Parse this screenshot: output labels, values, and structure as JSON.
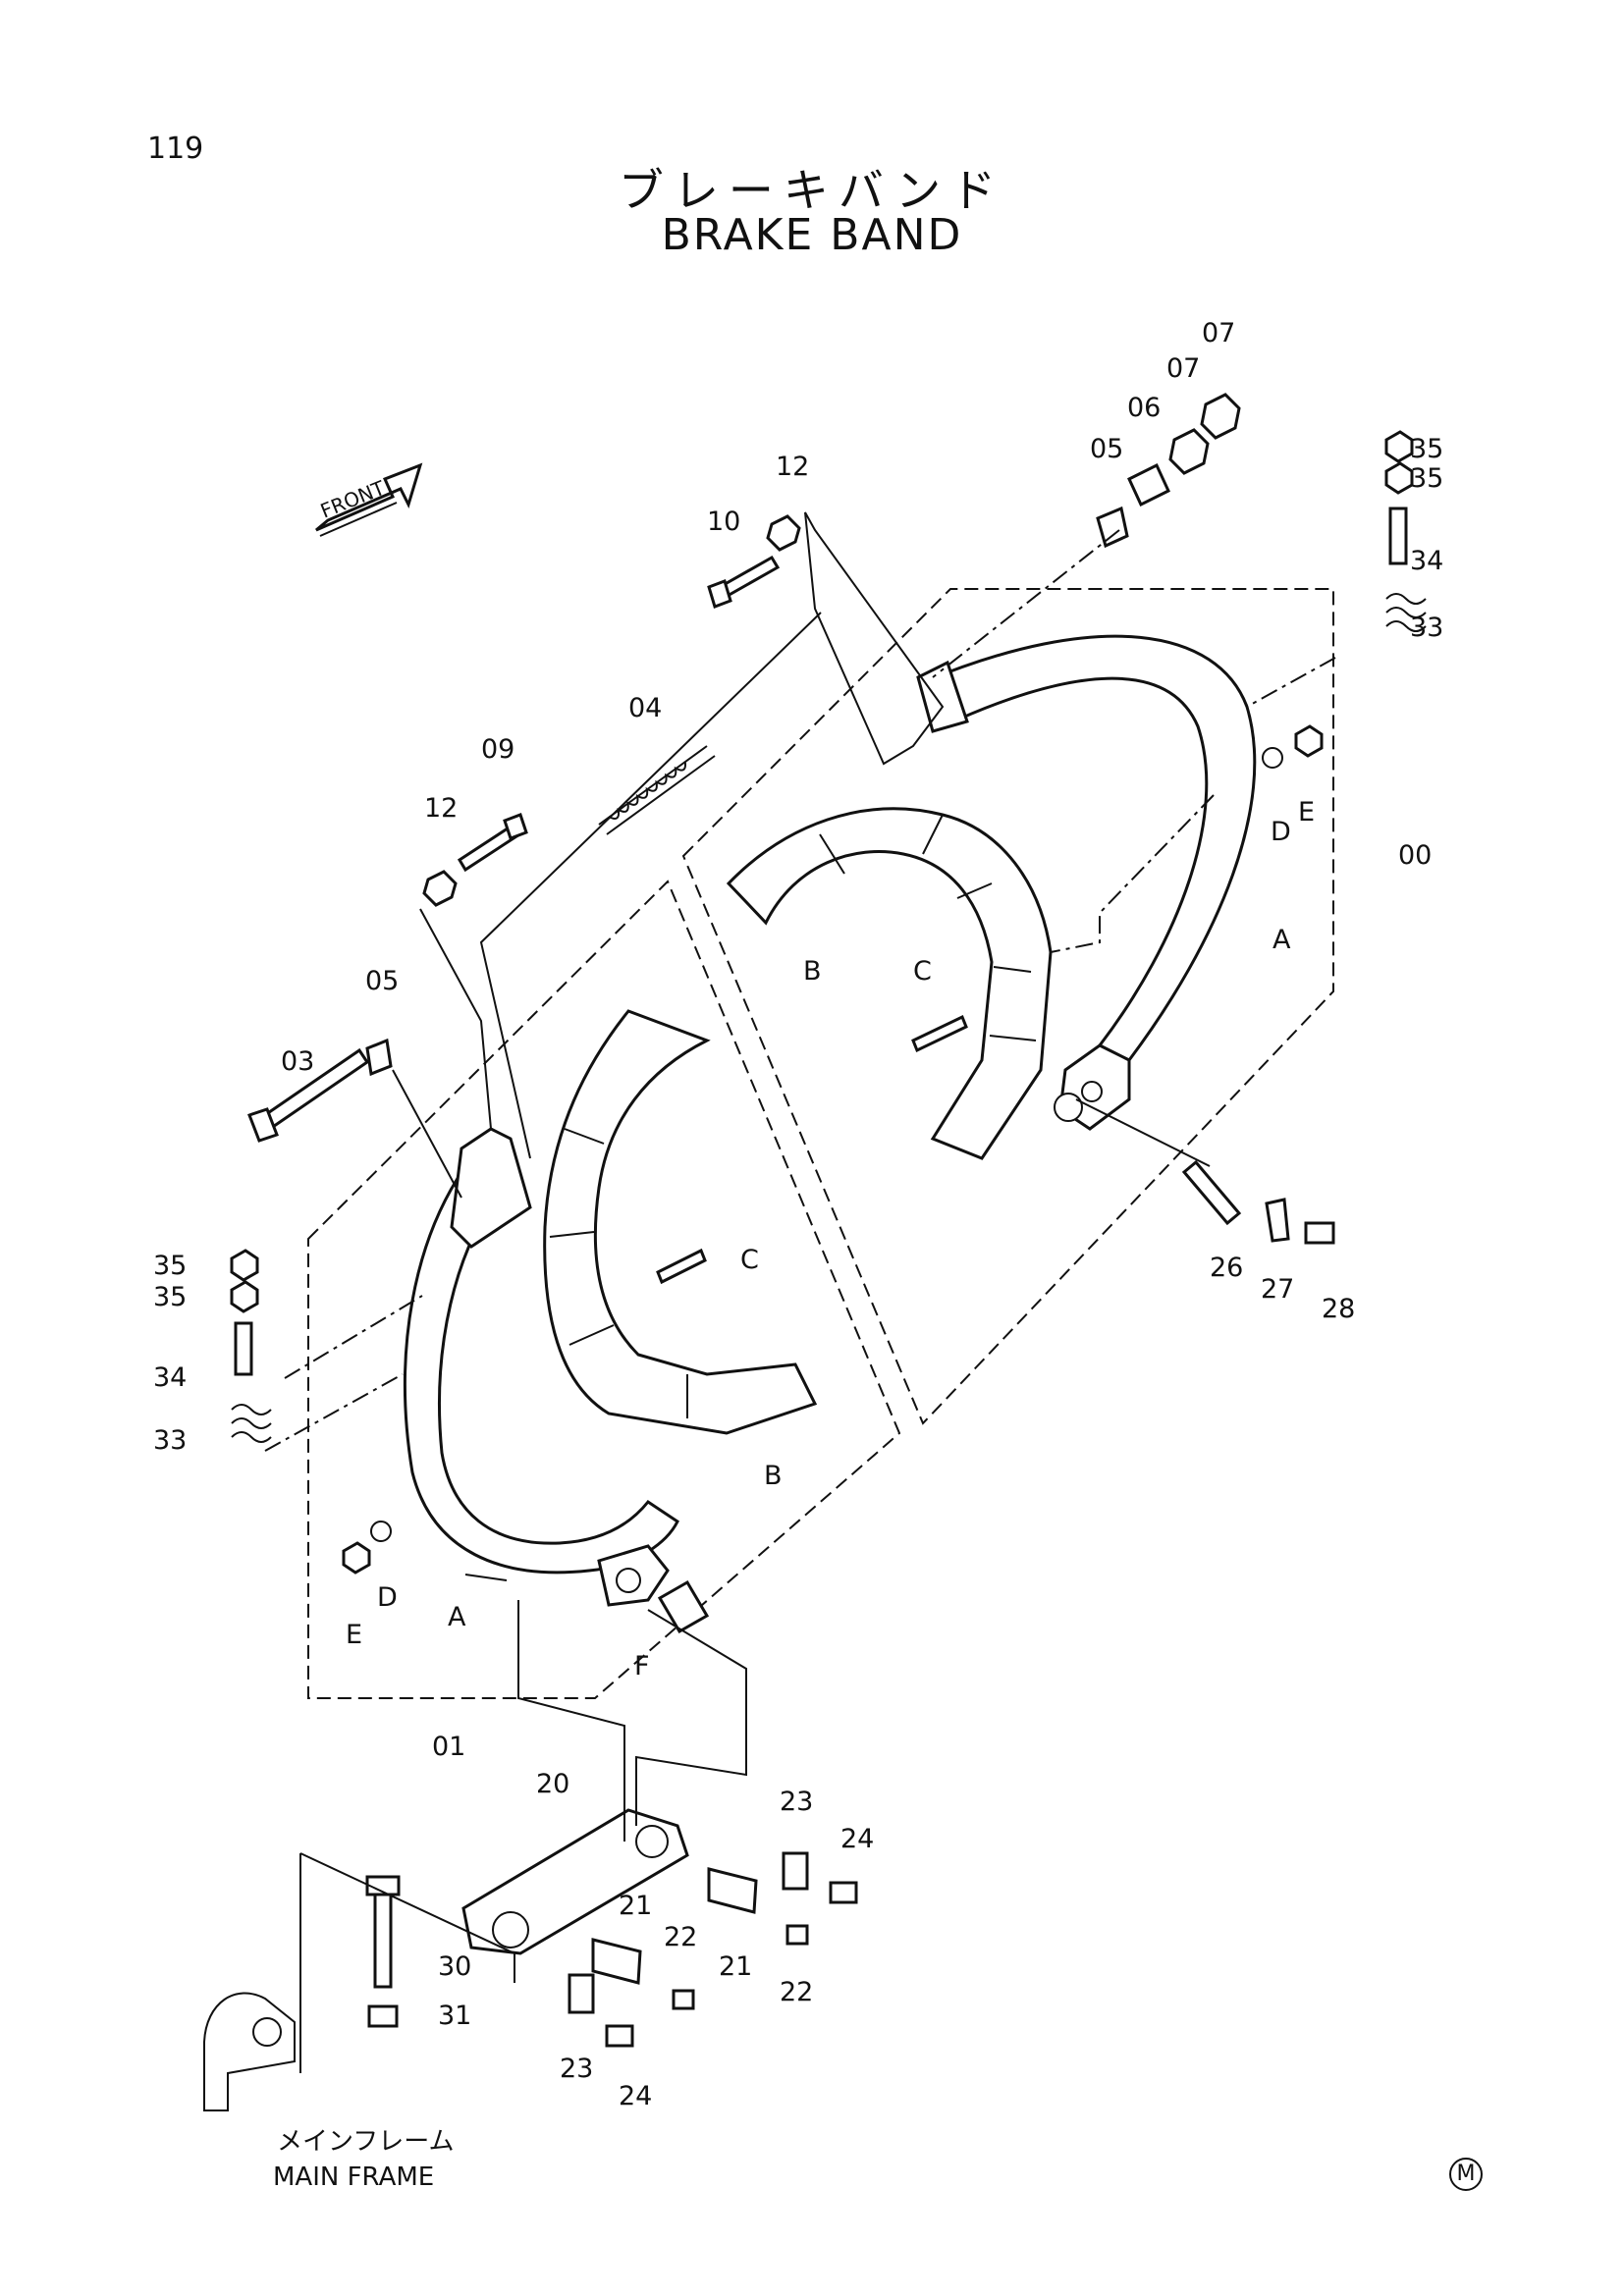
{
  "page": {
    "number": "119"
  },
  "title": {
    "japanese": "ブレーキバンド",
    "english": "BRAKE BAND"
  },
  "front_arrow": {
    "label": "FRONT"
  },
  "main_frame": {
    "japanese": "メインフレーム",
    "english": "MAIN FRAME"
  },
  "corner_mark": "M",
  "callouts": {
    "p00": "00",
    "p01": "01",
    "p03": "03",
    "p04": "04",
    "p05a": "05",
    "p05b": "05",
    "p06": "06",
    "p07a": "07",
    "p07b": "07",
    "p09": "09",
    "p10": "10",
    "p12a": "12",
    "p12b": "12",
    "p20": "20",
    "p21a": "21",
    "p21b": "21",
    "p22a": "22",
    "p22b": "22",
    "p23a": "23",
    "p23b": "23",
    "p24a": "24",
    "p24b": "24",
    "p26": "26",
    "p27": "27",
    "p28": "28",
    "p30": "30",
    "p31": "31",
    "p33a": "33",
    "p33b": "33",
    "p34a": "34",
    "p34b": "34",
    "p35a": "35",
    "p35b": "35",
    "p35c": "35",
    "p35d": "35",
    "pAa": "A",
    "pAb": "A",
    "pBa": "B",
    "pBb": "B",
    "pCa": "C",
    "pCb": "C",
    "pDa": "D",
    "pDb": "D",
    "pEa": "E",
    "pEb": "E",
    "pF": "F"
  }
}
